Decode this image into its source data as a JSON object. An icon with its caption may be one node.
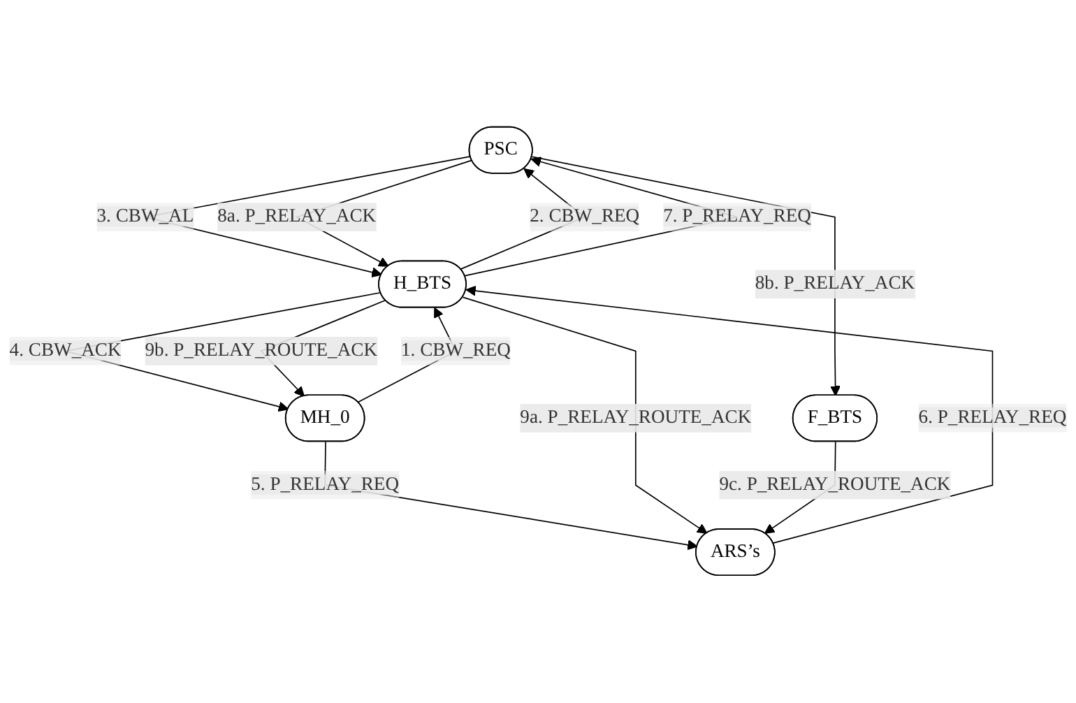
{
  "diagram": {
    "nodes": [
      {
        "text": [
          "PSC"
        ]
      },
      {
        "text": [
          "H_BTS"
        ]
      },
      {
        "text": [
          "F_BTS"
        ]
      },
      {
        "text": [
          "MH_0"
        ]
      },
      {
        "text": [
          "ARS’s"
        ]
      }
    ],
    "edges": [
      {
        "from": 3,
        "to": 1,
        "arrow": "to",
        "label": "1. CBW_REQ"
      },
      {
        "from": 1,
        "to": 0,
        "arrow": "to",
        "label": "2. CBW_REQ"
      },
      {
        "from": 0,
        "to": 1,
        "arrow": "to",
        "label": "3. CBW_AL"
      },
      {
        "from": 1,
        "to": 3,
        "arrow": "to",
        "label": "4. CBW_ACK"
      },
      {
        "from": 3,
        "to": 4,
        "arrow": "to",
        "label": "5. P_RELAY_REQ"
      },
      {
        "from": 4,
        "to": 1,
        "arrow": "to",
        "label": "6. P_RELAY_REQ"
      },
      {
        "from": 1,
        "to": 0,
        "arrow": "to",
        "label": "7. P_RELAY_REQ"
      },
      {
        "from": 0,
        "to": 1,
        "arrow": "to",
        "label": "8a. P_RELAY_ACK"
      },
      {
        "from": 0,
        "to": 2,
        "arrow": "to",
        "label": "8b. P_RELAY_ACK"
      },
      {
        "from": 1,
        "to": 4,
        "arrow": "to",
        "label": "9a. P_RELAY_ROUTE_ACK"
      },
      {
        "from": 1,
        "to": 3,
        "arrow": "to",
        "label": "9b. P_RELAY_ROUTE_ACK"
      },
      {
        "from": 2,
        "to": 4,
        "arrow": "to",
        "label": "9c. P_RELAY_ROUTE_ACK"
      }
    ]
  }
}
